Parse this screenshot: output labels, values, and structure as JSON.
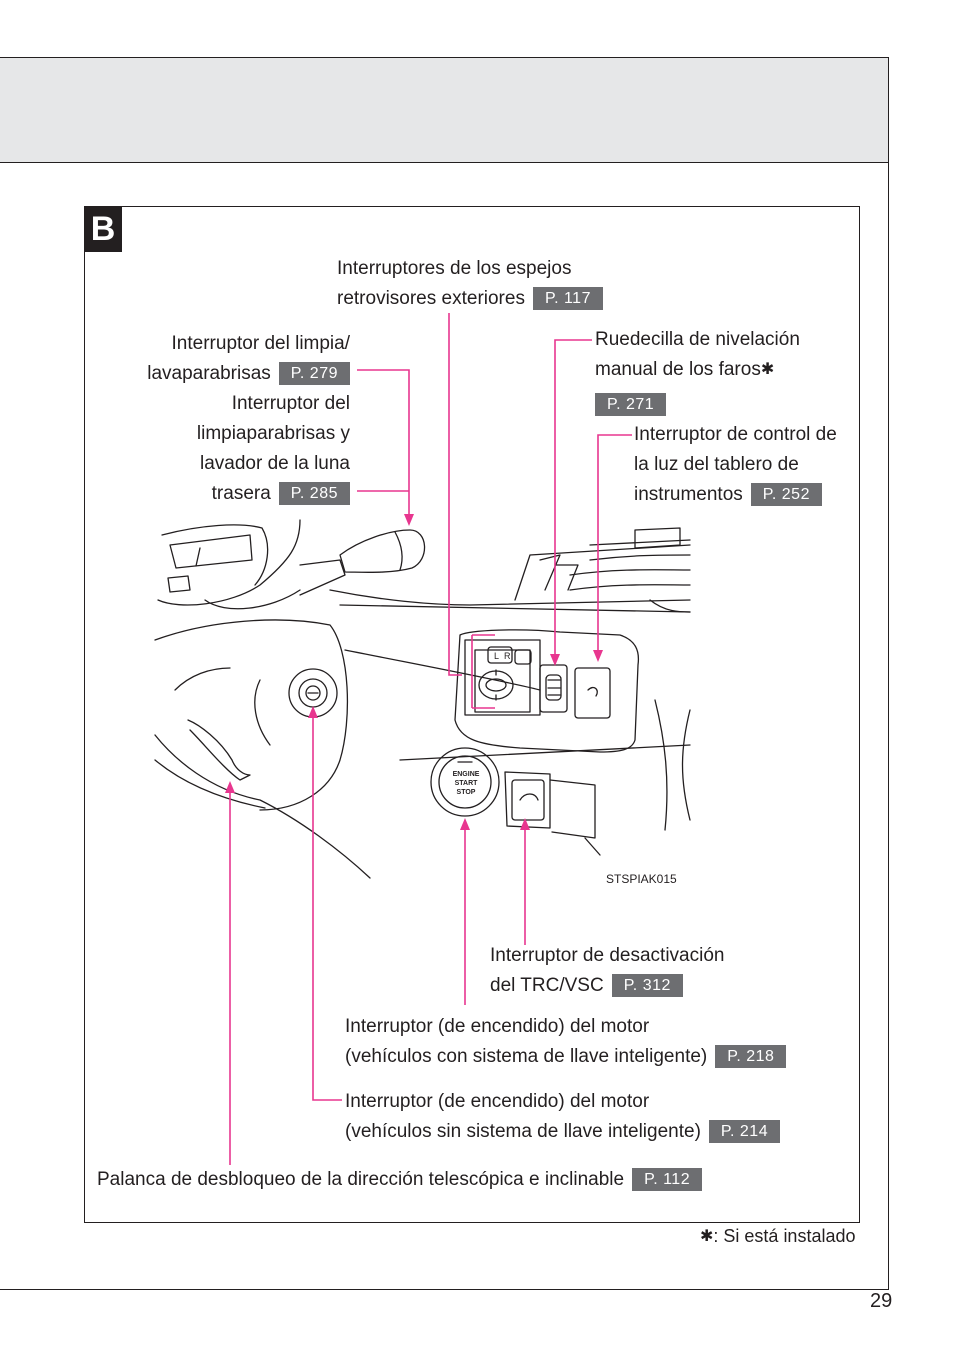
{
  "section_letter": "B",
  "page_number": "29",
  "footnote": ": Si está instalado",
  "footnote_symbol": "✱",
  "image_code": "STSPIAK015",
  "callouts": {
    "mirrors": {
      "line1": "Interruptores de los espejos",
      "line2": "retrovisores exteriores",
      "page": "P. 117"
    },
    "wiper_front": {
      "line1": "Interruptor del limpia/",
      "line2": "lavaparabrisas",
      "page": "P. 279"
    },
    "wiper_rear": {
      "line1": "Interruptor del",
      "line2": "limpiaparabrisas y",
      "line3": "lavador de la luna",
      "line4": "trasera",
      "page": "P. 285"
    },
    "headlight_level": {
      "line1": "Ruedecilla de nivelación",
      "line2": "manual de los faros",
      "page": "P. 271"
    },
    "panel_light": {
      "line1": "Interruptor de control de",
      "line2": "la luz del tablero de",
      "line3": "instrumentos",
      "page": "P. 252"
    },
    "trc_vsc": {
      "line1": "Interruptor de desactivación",
      "line2": "del TRC/VSC",
      "page": "P. 312"
    },
    "engine_smart": {
      "line1": "Interruptor (de encendido) del motor",
      "line2": "(vehículos con sistema de llave inteligente)",
      "page": "P. 218"
    },
    "engine_nosmart": {
      "line1": "Interruptor (de encendido) del motor",
      "line2": "(vehículos sin sistema de llave inteligente)",
      "page": "P. 214"
    },
    "tilt_lever": {
      "line1": "Palanca de desbloqueo de la dirección telescópica e inclinable",
      "page": "P. 112"
    }
  },
  "illustration": {
    "start_button_text": [
      "ENGINE",
      "START",
      "STOP"
    ],
    "mirror_switch_letters": [
      "L",
      "R"
    ]
  },
  "colors": {
    "callout_line": "#e8368f",
    "badge": "#6d6e71",
    "header_band": "#e6e7e8"
  }
}
